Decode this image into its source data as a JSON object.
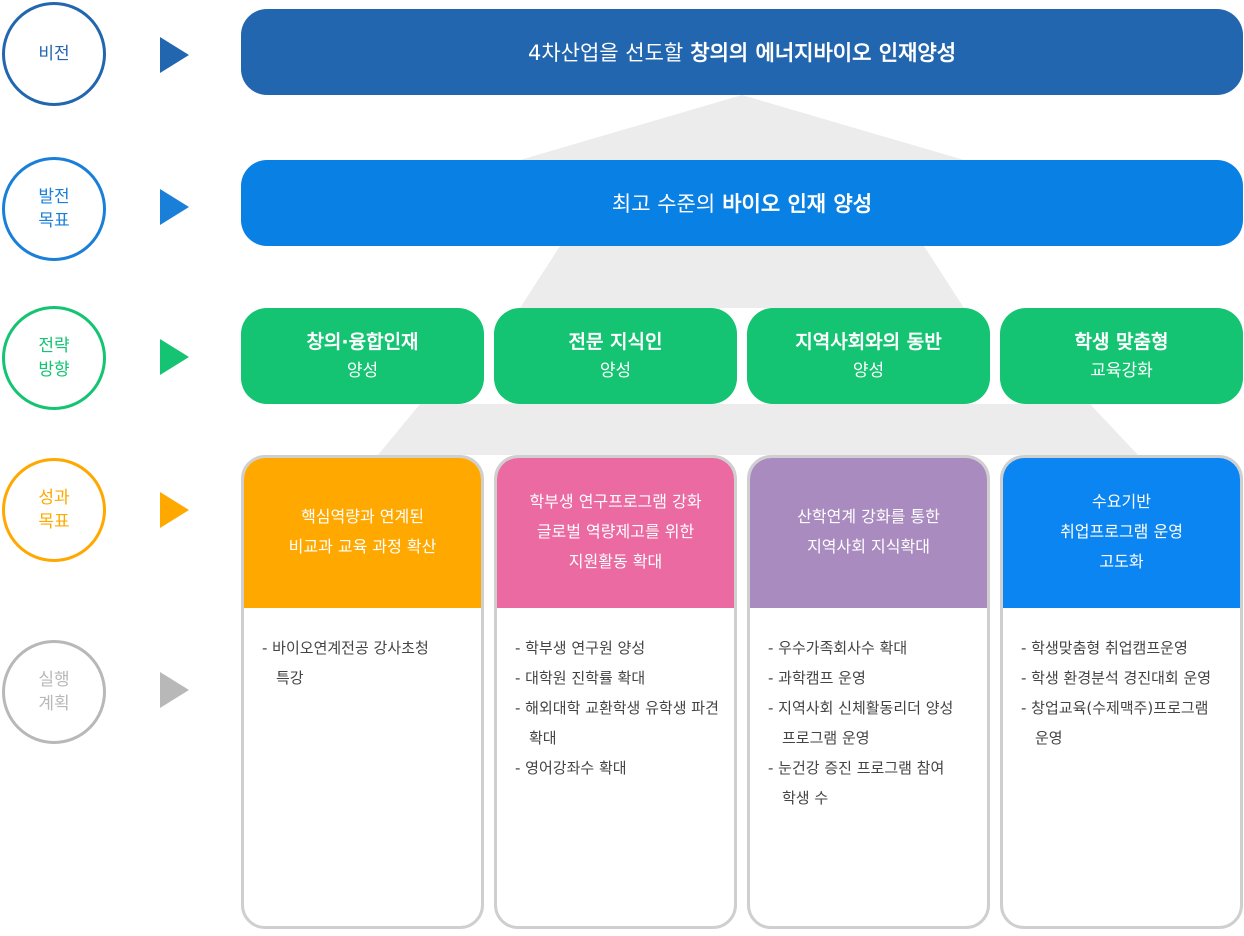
{
  "rows": [
    {
      "label": "비전",
      "color": "#2266b0"
    },
    {
      "label": "발전\n목표",
      "color": "#1a7fd8"
    },
    {
      "label": "전략\n방향",
      "color": "#14c472"
    },
    {
      "label": "성과\n목표",
      "color": "#ffa800"
    },
    {
      "label": "실행\n계획",
      "color": "#b8b8b8"
    }
  ],
  "vision": {
    "normal": "4차산업을 선도할",
    "bold": "창의의 에너지바이오 인재양성",
    "color": "#2266b0"
  },
  "goal": {
    "normal": "최고 수준의",
    "bold": "바이오 인재 양성",
    "color": "#0880e4"
  },
  "strategies": [
    {
      "line1": "창의·융합인재",
      "line2": "양성"
    },
    {
      "line1": "전문 지식인",
      "line2": "양성"
    },
    {
      "line1": "지역사회와의 동반",
      "line2": "양성"
    },
    {
      "line1": "학생 맞춤형",
      "line2": "교육강화"
    }
  ],
  "columns": [
    {
      "title": "핵심역량과 연계된\n비교과 교육 과정 확산",
      "color": "#ffa800",
      "items": [
        "- 바이오연계전공 강사초청\n특강"
      ]
    },
    {
      "title": "학부생 연구프로그램 강화\n글로벌 역량제고를 위한\n지원활동 확대",
      "color": "#ea6aa1",
      "items": [
        "- 학부생 연구원 양성",
        "- 대학원 진학률 확대",
        "- 해외대학 교환학생 유학생 파견\n확대",
        "- 영어강좌수 확대"
      ]
    },
    {
      "title": "산학연계 강화를 통한\n지역사회 지식확대",
      "color": "#a98bbf",
      "items": [
        "- 우수가족회사수 확대",
        "- 과학캠프 운영",
        "- 지역사회 신체활동리더 양성\n프로그램 운영",
        "- 눈건강 증진 프로그램 참여\n학생 수"
      ]
    },
    {
      "title": "수요기반\n취업프로그램 운영\n고도화",
      "color": "#0b85f2",
      "items": [
        "- 학생맞춤형 취업캠프운영",
        "- 학생 환경분석 경진대회 운영",
        "- 창업교육(수제맥주)프로그램\n운영"
      ]
    }
  ]
}
